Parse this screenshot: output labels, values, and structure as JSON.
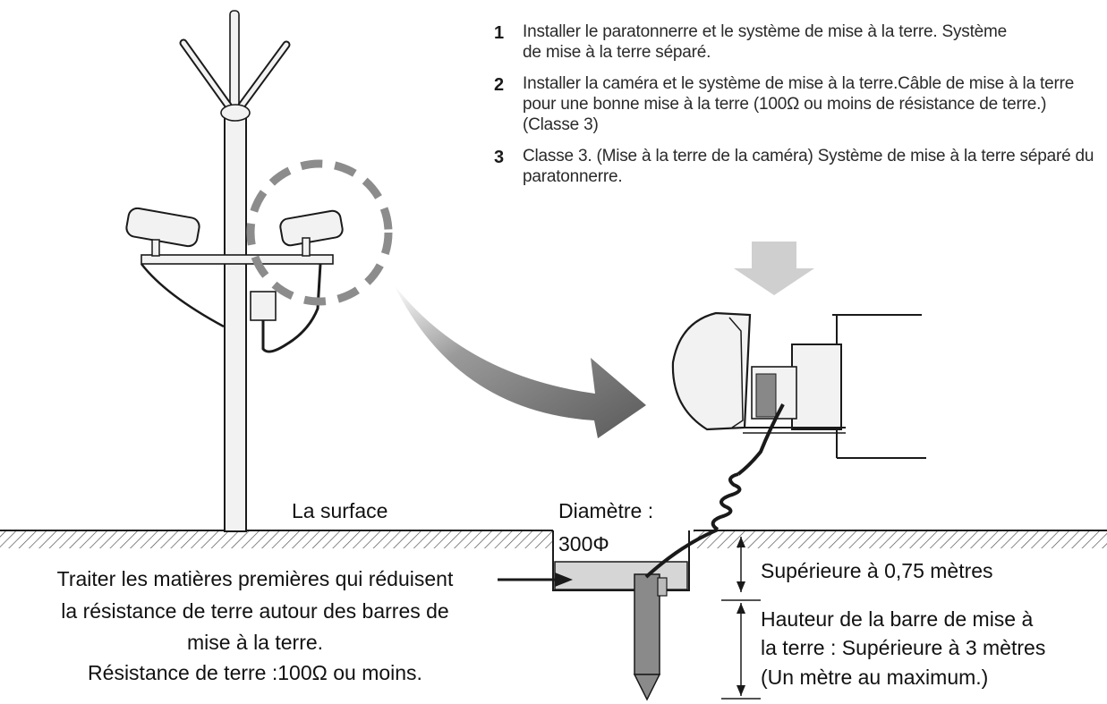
{
  "steps": [
    {
      "num": "1",
      "text": "Installer le paratonnerre et le système de mise à la terre. Système de mise à la terre séparé."
    },
    {
      "num": "2",
      "text": "Installer la caméra et le système de mise à la terre.Câble de mise à la terre pour une bonne mise à la terre (100Ω ou moins de résistance de terre.) (Classe 3)"
    },
    {
      "num": "3",
      "text": "Classe 3. (Mise à la terre de la caméra) Système de mise à la terre séparé du paratonnerre."
    }
  ],
  "labels": {
    "surface": "La surface",
    "diameter_line1": "Diamètre :",
    "diameter_line2": "300Φ",
    "depth_top": "Supérieure à 0,75 mètres",
    "rod_height_line1": "Hauteur de la barre de mise à",
    "rod_height_line2": "la terre : Supérieure à 3 mètres",
    "rod_height_line3": "(Un mètre au maximum.)",
    "treat_line1": "Traiter les matières premières qui réduisent",
    "treat_line2": "la résistance de terre autour des barres de",
    "treat_line3": "mise à la terre.",
    "resistance": "Résistance de terre :100Ω ou moins."
  },
  "colors": {
    "line": "#1a1a1a",
    "pole": "#f2f2f2",
    "gray_arrow": "#6b6b6b",
    "light_arrow": "#cfcfcf",
    "pit_fill": "#d6d6d6",
    "rod_fill": "#8a8a8a",
    "dashed_circle": "#8c8c8c"
  }
}
